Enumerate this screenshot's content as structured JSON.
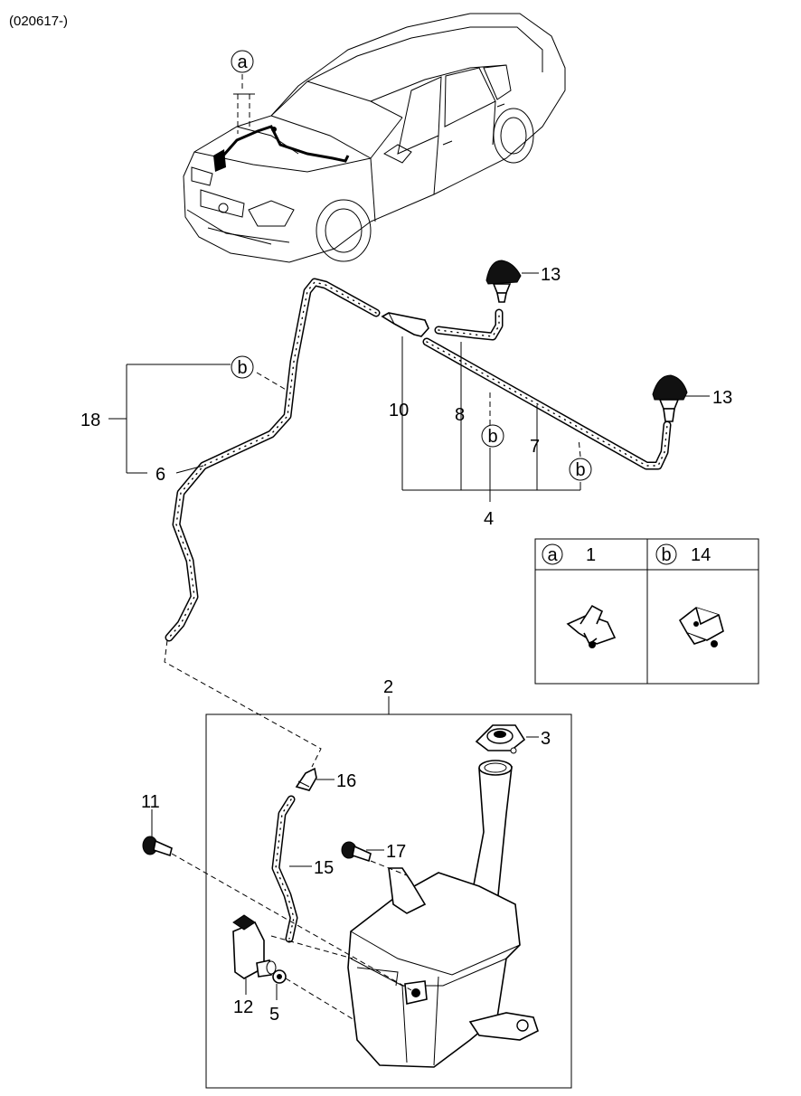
{
  "header": {
    "code": "(020617-)"
  },
  "callouts": {
    "a": "a",
    "b": "b",
    "p1": "1",
    "p2": "2",
    "p3": "3",
    "p4": "4",
    "p5": "5",
    "p6": "6",
    "p7": "7",
    "p8": "8",
    "p10": "10",
    "p11": "11",
    "p12": "12",
    "p13": "13",
    "p14": "14",
    "p15": "15",
    "p16": "16",
    "p17": "17",
    "p18": "18"
  },
  "legend": {
    "left": {
      "letter": "a",
      "part": "1",
      "icon": "clip-a-icon"
    },
    "right": {
      "letter": "b",
      "part": "14",
      "icon": "clip-b-icon"
    }
  },
  "icons": [
    "car-outline-icon",
    "washer-nozzle-icon",
    "washer-reservoir-icon",
    "washer-pump-icon",
    "filler-cap-icon",
    "bolt-icon"
  ]
}
